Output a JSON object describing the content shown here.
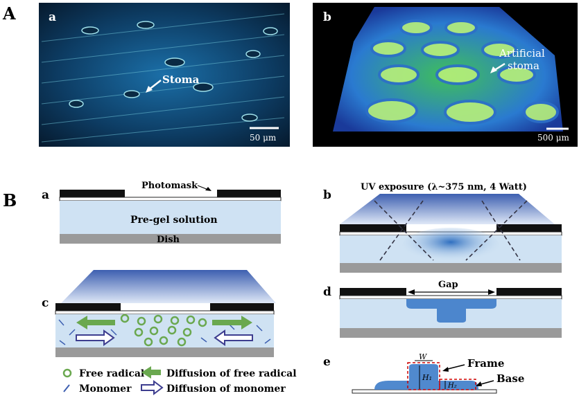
{
  "panel_A": {
    "label": "A",
    "a": {
      "label": "a",
      "annotation": "Stoma",
      "scale_bar": "50 μm"
    },
    "b": {
      "label": "b",
      "annotation_line1": "Artificial",
      "annotation_line2": "stoma",
      "scale_bar": "500 μm"
    }
  },
  "panel_B": {
    "label": "B",
    "a": {
      "label": "a",
      "photomask": "Photomask",
      "pregel": "Pre-gel solution",
      "dish": "Dish"
    },
    "b": {
      "label": "b",
      "uv": "UV exposure (λ~375 nm, 4 Watt)"
    },
    "c": {
      "label": "c"
    },
    "d": {
      "label": "d",
      "gap": "Gap"
    },
    "e": {
      "label": "e",
      "frame": "Frame",
      "base": "Base",
      "w": "W",
      "h1": "H₁",
      "h2": "H₂"
    }
  },
  "legend": {
    "free_radical": "Free radical",
    "monomer": "Monomer",
    "diffusion_free_radical": "Diffusion of free radical",
    "diffusion_monomer": "Diffusion of monomer"
  },
  "colors": {
    "solution": "#cfe2f3",
    "dish": "#9a9a9a",
    "mask": "#111111",
    "arrow_green": "#6aa84f",
    "arrow_purple": "#3d3d8f",
    "gel_blue": "#3d7cc9"
  }
}
